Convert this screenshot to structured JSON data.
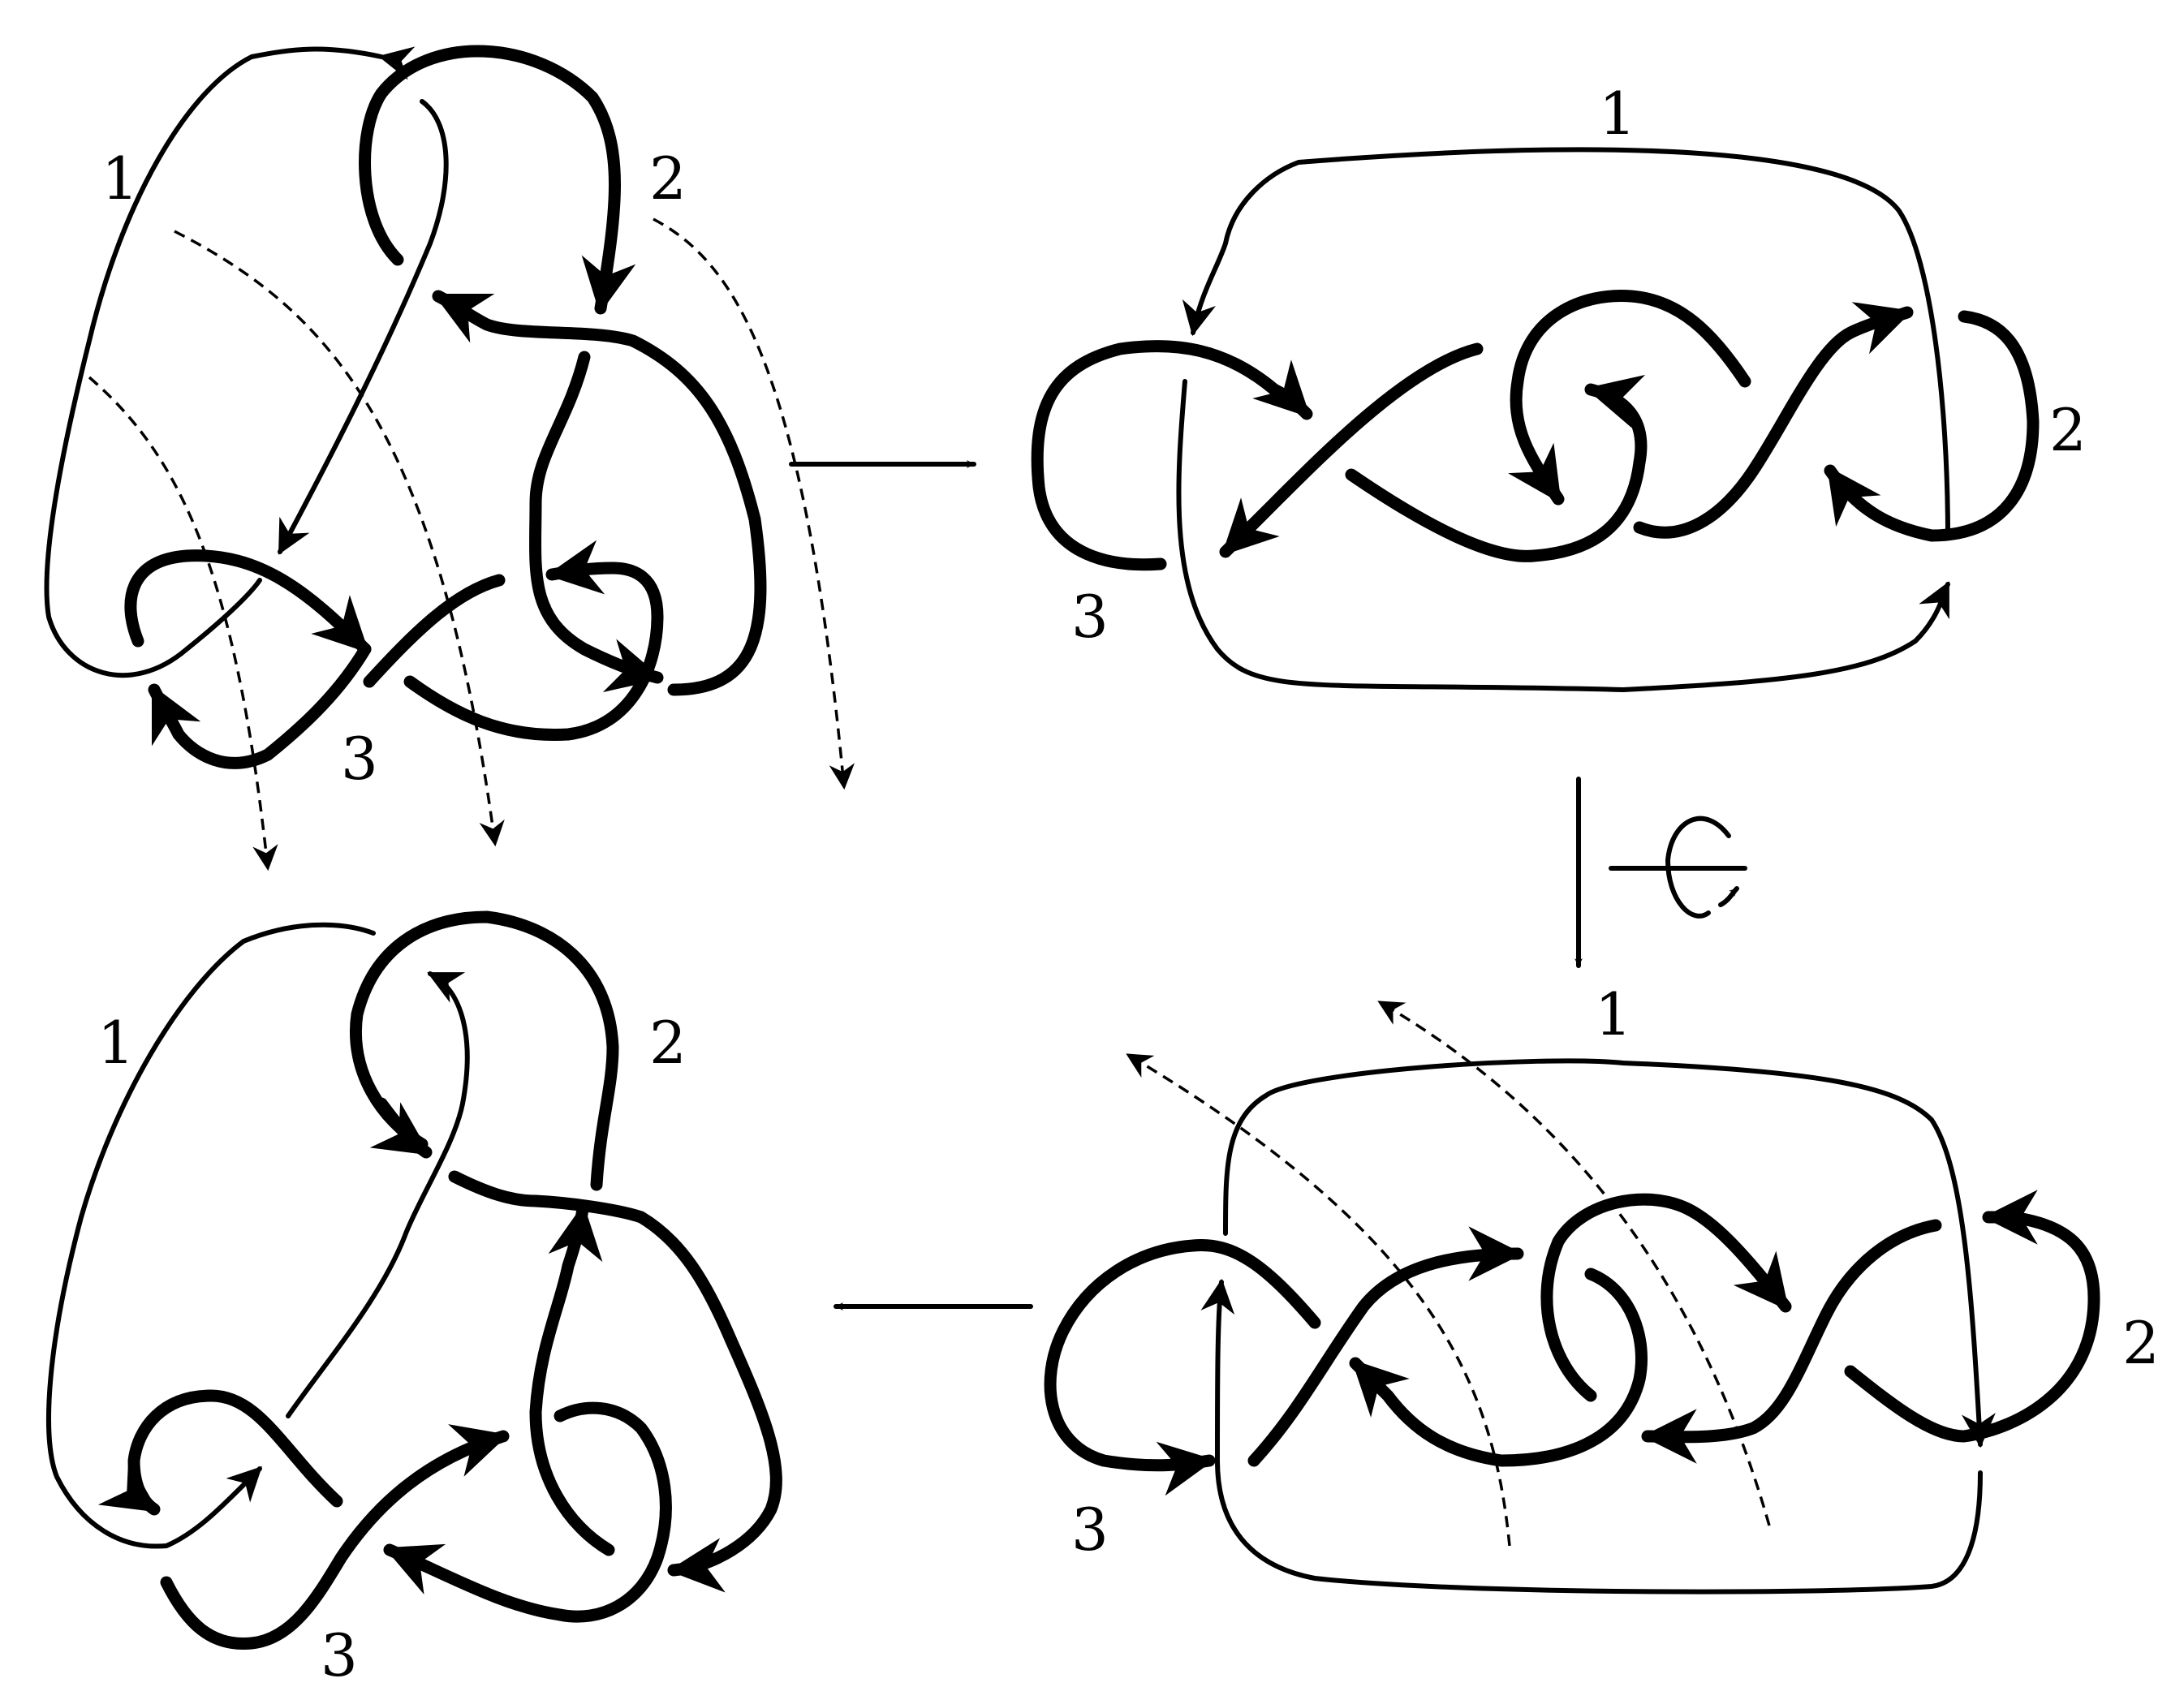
{
  "figure": {
    "stroke_color": "#000000",
    "background": "#ffffff",
    "panels": [
      {
        "id": "top-left",
        "labels": [
          "1",
          "2",
          "3"
        ]
      },
      {
        "id": "top-right",
        "labels": [
          "1",
          "2",
          "3"
        ]
      },
      {
        "id": "bottom-right",
        "labels": [
          "1",
          "2",
          "3"
        ]
      },
      {
        "id": "bottom-left",
        "labels": [
          "1",
          "2",
          "3"
        ]
      }
    ],
    "transitions": [
      {
        "from": "top-left",
        "to": "top-right",
        "direction": "right"
      },
      {
        "from": "top-right",
        "to": "bottom-right",
        "direction": "down",
        "icon": "rotation-icon"
      },
      {
        "from": "bottom-right",
        "to": "bottom-left",
        "direction": "left"
      }
    ]
  }
}
